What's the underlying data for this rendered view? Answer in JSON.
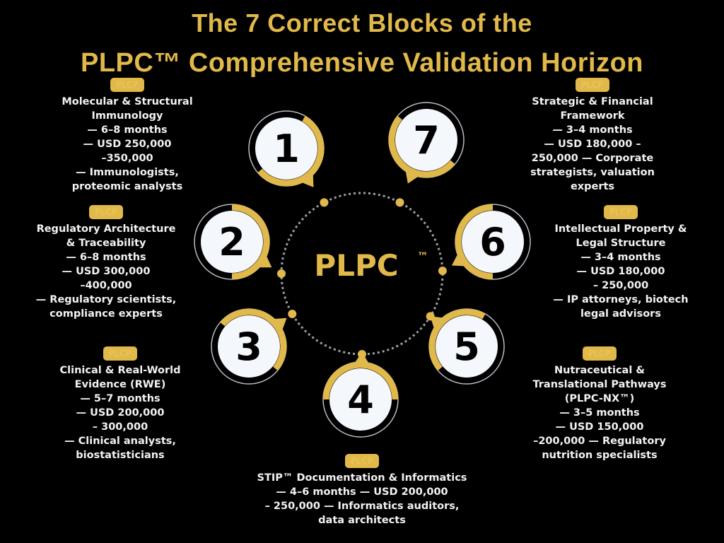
{
  "title": {
    "line1": "The 7 Correct Blocks of the",
    "line2": "PLPC™  Comprehensive Validation Horizon"
  },
  "center_label": "PLPC",
  "center_tm": "™",
  "colors": {
    "gold": "#E1B94A",
    "background": "#000000",
    "badge_fill": "#F4F7FC",
    "ring_dots": "#9AA0A6"
  },
  "blocks": [
    {
      "number": "1",
      "tag": "PLCP",
      "lines": [
        "Molecular & Structural",
        "Immunology",
        "— 6–8 months",
        "— USD 250,000",
        "–350,000",
        "— Immunologists,",
        "proteomic analysts"
      ]
    },
    {
      "number": "2",
      "tag": "PLCP",
      "lines": [
        "Regulatory Architecture",
        "& Traceability",
        "— 6–8 months",
        "— USD 300,000",
        "–400,000",
        "— Regulatory scientists,",
        "compliance experts"
      ]
    },
    {
      "number": "3",
      "tag": "PLCP",
      "lines": [
        "Clinical & Real-World",
        "Evidence (RWE)",
        "— 5–7 months",
        "— USD 200,000",
        "– 300,000",
        "— Clinical analysts,",
        "biostatisticians"
      ]
    },
    {
      "number": "4",
      "tag": "PLCP",
      "lines": [
        "STIP™ Documentation & Informatics",
        "— 4–6 months — USD 200,000",
        "– 250,000 — Informatics auditors,",
        "data architects"
      ]
    },
    {
      "number": "5",
      "tag": "PLCP",
      "lines": [
        "Nutraceutical &",
        "Translational Pathways",
        "(PLPC-NX™)",
        "— 3–5 months",
        "— USD 150,000",
        "–200,000 — Regulatory",
        "nutrition specialists"
      ]
    },
    {
      "number": "6",
      "tag": "PLCP",
      "lines": [
        "Intellectual Property &",
        "Legal Structure",
        "— 3–4 months",
        "— USD 180,000",
        "– 250,000",
        "— IP attorneys, biotech",
        "legal advisors"
      ]
    },
    {
      "number": "7",
      "tag": "PLCP",
      "lines": [
        "Strategic & Financial",
        "Framework",
        "— 3–4 months",
        "— USD 180,000 –",
        "250,000 — Corporate",
        "strategists, valuation",
        "experts"
      ]
    }
  ]
}
